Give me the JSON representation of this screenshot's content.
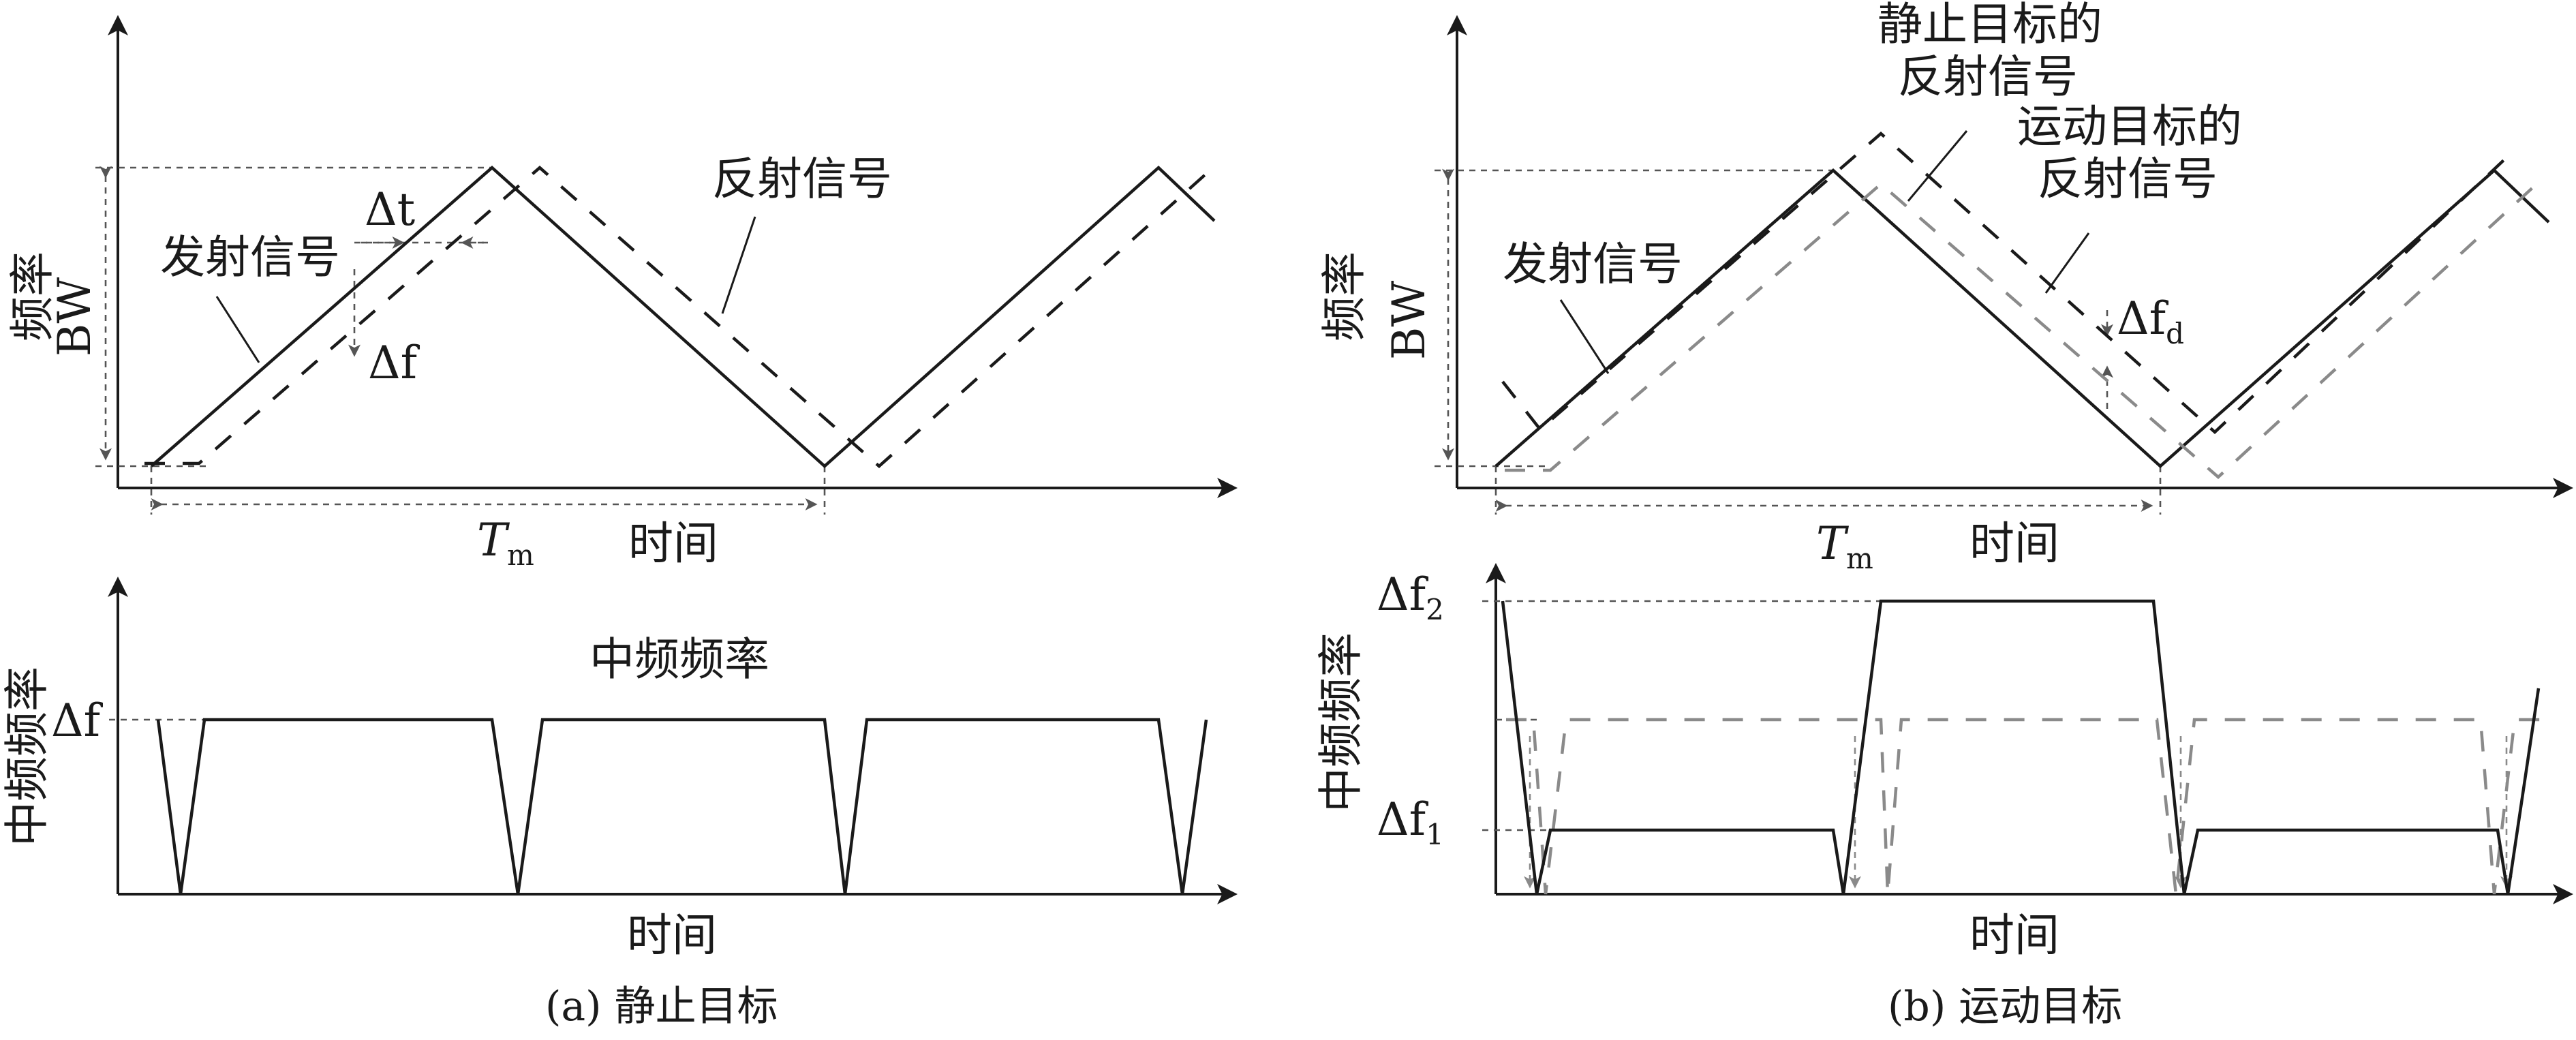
{
  "panels": [
    {
      "id": "a",
      "caption": "(a) 静止目标",
      "top": {
        "y_label": "频率",
        "bw_label": "BW",
        "x_label": "时间",
        "tm_label": "T",
        "tm_sub": "m",
        "transmit_label": "发射信号",
        "reflect_label": "反射信号",
        "dt_label": "Δt",
        "df_label": "Δf"
      },
      "bottom": {
        "y_label": "中频频率",
        "x_label": "时间",
        "title": "中频频率",
        "level_label": "Δf"
      }
    },
    {
      "id": "b",
      "caption": "(b) 运动目标",
      "top": {
        "y_label": "频率",
        "bw_label": "BW",
        "x_label": "时间",
        "tm_label": "T",
        "tm_sub": "m",
        "transmit_label": "发射信号",
        "static_reflect_label_1": "静止目标的",
        "static_reflect_label_2": "反射信号",
        "moving_reflect_label_1": "运动目标的",
        "moving_reflect_label_2": "反射信号",
        "fd_label": "Δf",
        "fd_sub": "d"
      },
      "bottom": {
        "y_label": "中频频率",
        "x_label": "时间",
        "f2_label": "Δf",
        "f2_sub": "2",
        "f1_label": "Δf",
        "f1_sub": "1"
      }
    }
  ],
  "colors": {
    "line": "#1a1a1a",
    "moving_reflection": "#8a8a8a",
    "guide": "#555555"
  }
}
